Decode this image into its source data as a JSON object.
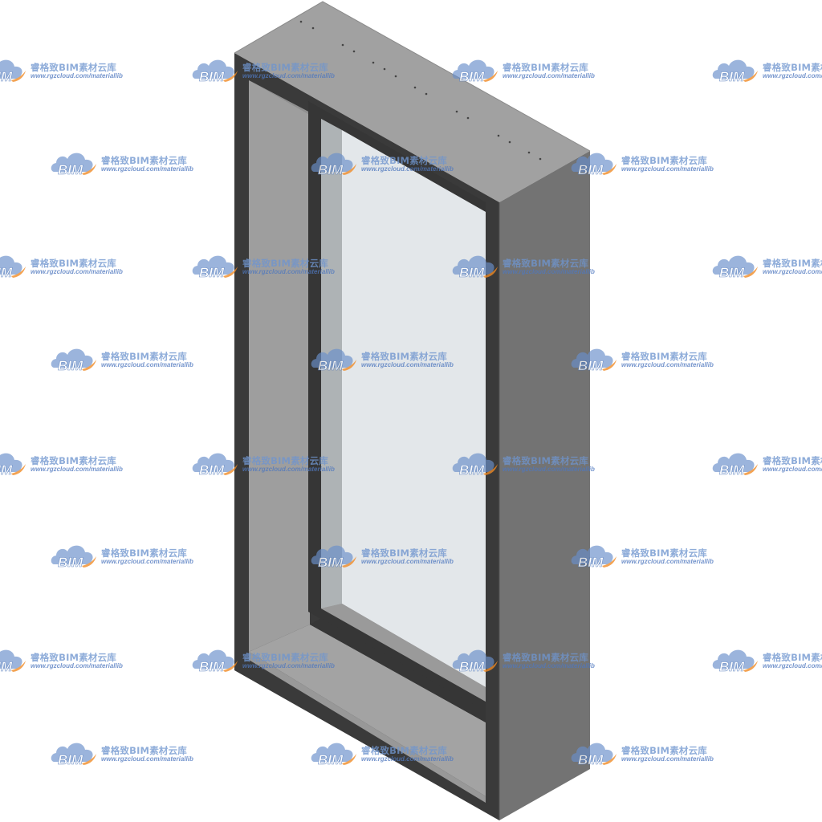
{
  "watermark": {
    "logo_text": "BIM",
    "site_name": "睿格致BIM素材云库",
    "url": "www.rgzcloud.com/materiallib",
    "cloud_color": "#6a8fca",
    "swoosh_color": "#f08a24",
    "text_color": "#4f78bf"
  },
  "model": {
    "frame_color": "#3a3a3a",
    "top_face_color": "#a1a1a1",
    "right_face_color": "#737373",
    "reveal_color": "#9c9c9c",
    "glass_color": "#e3e7ea"
  }
}
